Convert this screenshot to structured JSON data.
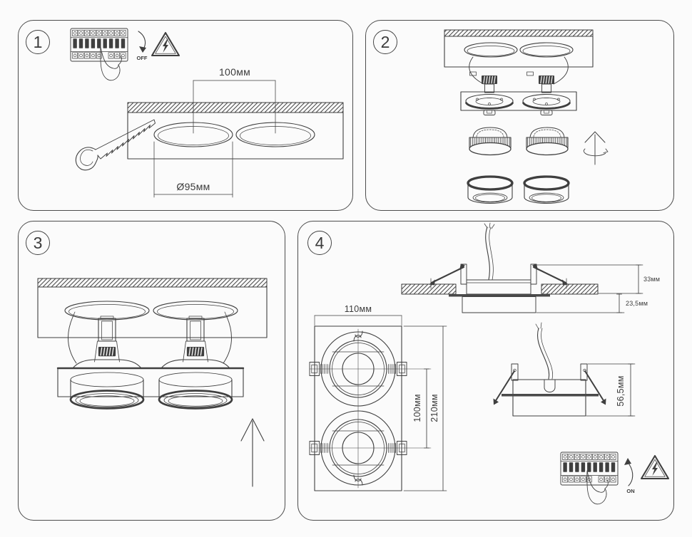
{
  "sheet": {
    "background": "#fbfbfb",
    "ink": "#3f3f3f"
  },
  "step1": {
    "number": "1",
    "switch_label": "OFF",
    "dim_hole_spacing": "100мм",
    "dim_hole_diameter": "Ø95мм"
  },
  "step2": {
    "number": "2"
  },
  "step3": {
    "number": "3"
  },
  "step4": {
    "number": "4",
    "switch_label": "ON",
    "dim_above_ceiling": "33мм",
    "dim_below_ceiling": "23,5мм",
    "dim_cutout_width": "110мм",
    "dim_hole_spacing": "100мм",
    "dim_cutout_length": "210мм",
    "dim_fixture_height": "56,5мм"
  }
}
